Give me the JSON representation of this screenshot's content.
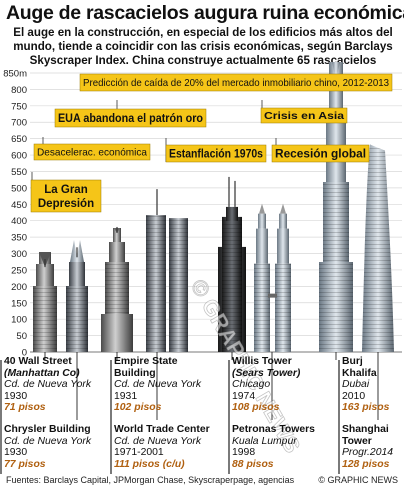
{
  "title": "Auge de rascacielos augura ruina económica",
  "subtitle": "El auge en la construcción, en especial de los edificios más altos del mundo, tiende a coincidir con las crisis económicas, según Barclays Skyscraper Index. China construye actualmente 65 rascacielos",
  "credit": "Fuentes: Barclays Capital, JPMorgan Chase, Skyscraperpage, agencias",
  "brand": "© GRAPHIC NEWS",
  "watermark": "© GRAPHIC NEWS",
  "colors": {
    "label_bg": "#f5c518",
    "axis_text": "#222222",
    "floors_text": "#b06010",
    "grid": "#d8d8d8"
  },
  "chart_data": {
    "type": "bar",
    "y_unit_label": "850m",
    "ylim": [
      0,
      850
    ],
    "yticks": [
      0,
      50,
      100,
      150,
      200,
      250,
      300,
      350,
      400,
      450,
      500,
      550,
      600,
      650,
      700,
      750,
      800,
      850
    ],
    "buildings": [
      {
        "name": "40 Wall Street",
        "alt": "(Manhattan Co)",
        "city": "Cd. de Nueva York",
        "year": "1930",
        "floors": "71 pisos",
        "height": 283
      },
      {
        "name": "Chrysler Building",
        "city": "Cd. de Nueva York",
        "year": "1930",
        "floors": "77 pisos",
        "height": 319
      },
      {
        "name": "Empire State Building",
        "city": "Cd. de Nueva York",
        "year": "1931",
        "floors": "102 pisos",
        "height": 381
      },
      {
        "name": "World Trade Center",
        "city": "Cd. de Nueva York",
        "year": "1971-2001",
        "floors": "111 pisos (c/u)",
        "height": 417
      },
      {
        "name": "Willis Tower",
        "alt": "(Sears Tower)",
        "city": "Chicago",
        "year": "1974",
        "floors": "108 pisos",
        "height": 442
      },
      {
        "name": "Petronas Towers",
        "city": "Kuala Lumpur",
        "year": "1998",
        "floors": "88 pisos",
        "height": 452
      },
      {
        "name": "Burj Khalifa",
        "city": "Dubai",
        "year": "2010",
        "floors": "163 pisos",
        "height": 828
      },
      {
        "name": "Shanghai Tower",
        "city": "Progr.2014",
        "year": "",
        "floors": "128 pisos",
        "height": 632
      }
    ],
    "annotations": [
      "Predicción de caída de 20% del mercado inmobiliario chino, 2012-2013",
      "EUA abandona el patrón oro",
      "Crisis en Asia",
      "Desacelerac. económica",
      "Estanflación 1970s",
      "Recesión global",
      "La Gran Depresión"
    ]
  }
}
